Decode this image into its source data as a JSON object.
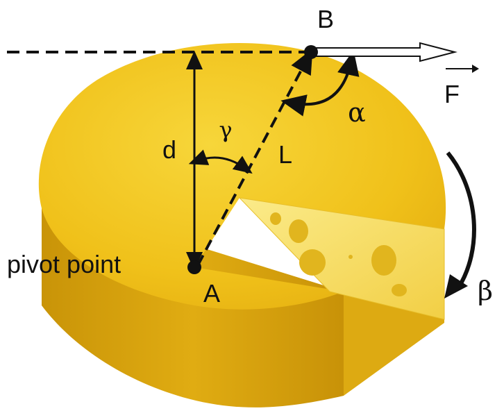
{
  "labels": {
    "point_b": "B",
    "point_a": "A",
    "pivot": "pivot point",
    "distance_d": "d",
    "length_l": "L",
    "force": "F",
    "angle_alpha": "α",
    "angle_beta": "β",
    "angle_gamma": "γ"
  },
  "colors": {
    "cheese_top": "#F2C318",
    "cheese_side": "#D9A40C",
    "cheese_wedge": "#F7DE62",
    "hole": "#E1B51E",
    "line": "#111111"
  },
  "icons": {
    "point_marker": "filled-circle",
    "force_arrow": "hollow-arrow",
    "rotation_arrow": "curved-arrow"
  }
}
